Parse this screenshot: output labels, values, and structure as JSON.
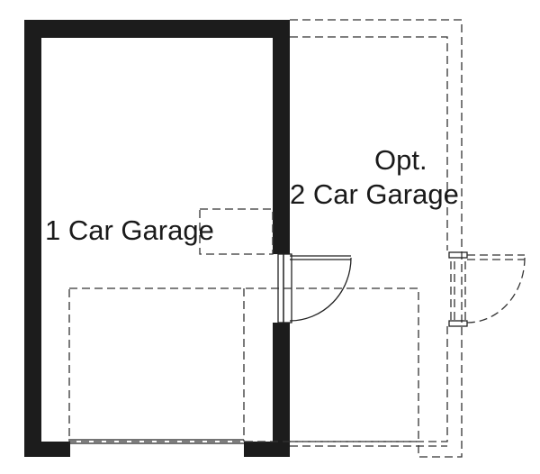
{
  "rooms": {
    "one_car": {
      "label": "1 Car Garage"
    },
    "two_car": {
      "label_line1": "Opt.",
      "label_line2": "2 Car Garage"
    }
  },
  "colors": {
    "wall": "#1c1c1c",
    "line": "#333333",
    "background": "#ffffff"
  }
}
